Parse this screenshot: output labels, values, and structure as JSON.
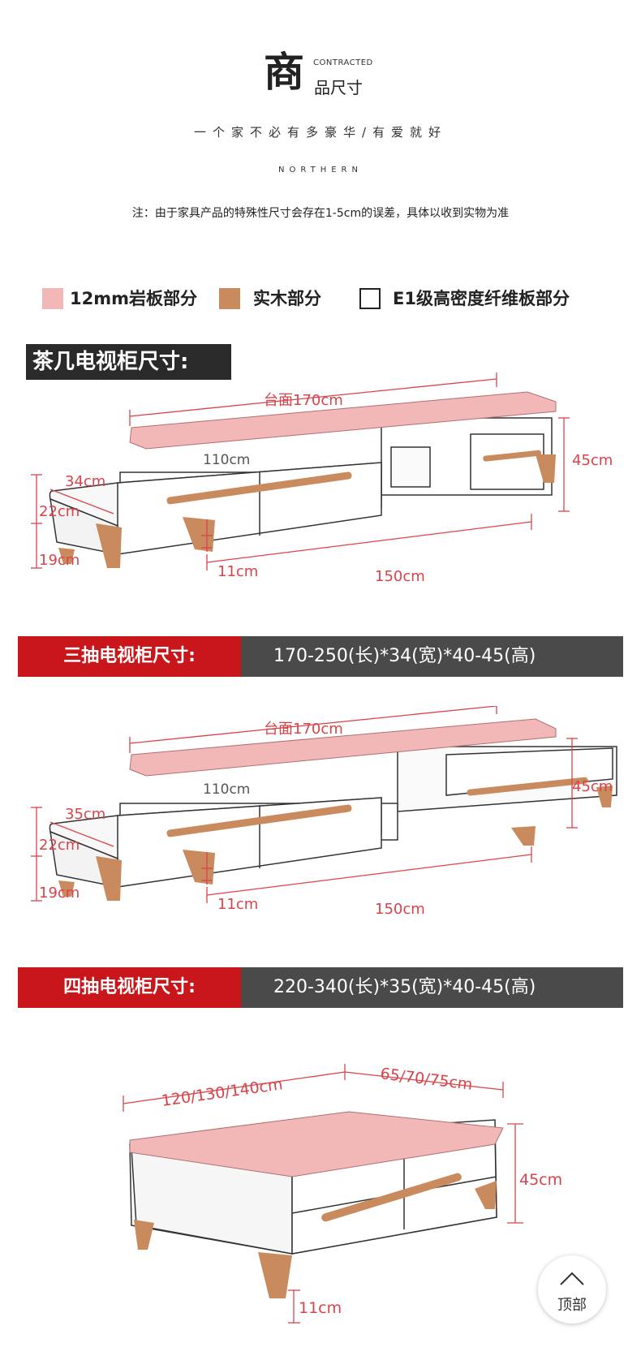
{
  "header": {
    "big_char": "商",
    "english_label": "CONTRACTED",
    "chinese_label": "品尺寸",
    "slogan": "一个家不必有多豪华/有爱就好",
    "brand": "NORTHERN",
    "note": "注：由于家具产品的特殊性尺寸会存在1-5cm的误差，具体以收到实物为准"
  },
  "legend": [
    {
      "label": "12mm岩板部分",
      "color": "#f2b8b8"
    },
    {
      "label": "实木部分",
      "color": "#c98a5e"
    },
    {
      "label": "E1级高密度纤维板部分",
      "color": "#ffffff"
    }
  ],
  "section_title": "茶几电视柜尺寸:",
  "tv_cabinet_3": {
    "top_label": "台面170cm",
    "inner_label": "110cm",
    "depth_label": "34cm",
    "body_height": "22cm",
    "leg_height": "19cm",
    "base_gap": "11cm",
    "base_length": "150cm",
    "total_height": "45cm"
  },
  "bar_3": {
    "label": "三抽电视柜尺寸:",
    "dims": "170-250(长)*34(宽)*40-45(高)"
  },
  "tv_cabinet_4": {
    "top_label": "台面170cm",
    "inner_label": "110cm",
    "depth_label": "35cm",
    "body_height": "22cm",
    "leg_height": "19cm",
    "base_gap": "11cm",
    "base_length": "150cm",
    "total_height": "45cm"
  },
  "bar_4": {
    "label": "四抽电视柜尺寸:",
    "dims": "220-340(长)*35(宽)*40-45(高)"
  },
  "coffee_table": {
    "length_label": "120/130/140cm",
    "width_label": "65/70/75cm",
    "height_label": "45cm",
    "leg_label": "11cm"
  },
  "back_to_top": {
    "label": "顶部",
    "icon": "chevron-up-icon"
  },
  "colors": {
    "stone": "#f2b8b8",
    "wood": "#c98a5e",
    "accent_red": "#c8161b",
    "dim_red": "#d9434a"
  }
}
